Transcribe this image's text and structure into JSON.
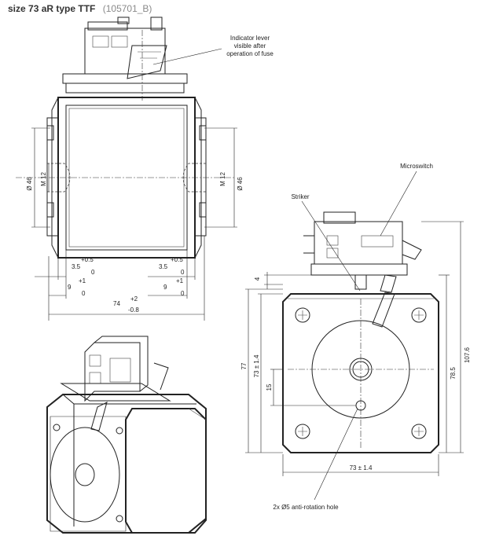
{
  "header": {
    "title": "size 73 aR type TTF",
    "code": "(105701_B)"
  },
  "callouts": {
    "indicator": [
      "Indicator lever",
      "visible after",
      "operation of fuse"
    ],
    "microswitch": "Microswitch",
    "striker": "Striker",
    "antirotation": "2x Ø5 anti-rotation hole"
  },
  "front_view": {
    "dia_left": "Ø 46",
    "thread_left": "M 12",
    "dia_right": "Ø 46",
    "thread_right": "M 12",
    "left_tol_upper": "+0.5",
    "left_nominal": "3.5",
    "left_tol_lower": "0",
    "right_tol_upper": "+0.5",
    "right_nominal": "3.5",
    "right_tol_lower": "0",
    "left2_tol_upper": "+1",
    "left2_nominal": "9",
    "left2_tol_lower": "0",
    "right2_tol_upper": "+1",
    "right2_nominal": "9",
    "right2_tol_lower": "0",
    "overall_nominal": "74",
    "overall_tol_upper": "+2",
    "overall_tol_lower": "-0.8"
  },
  "side_view": {
    "dim_4": "4",
    "dim_77": "77",
    "dim_73_v": "73 ± 1.4",
    "dim_15": "15",
    "dim_785": "78.5",
    "dim_1076": "107.6",
    "dim_73_h": "73 ± 1.4"
  }
}
